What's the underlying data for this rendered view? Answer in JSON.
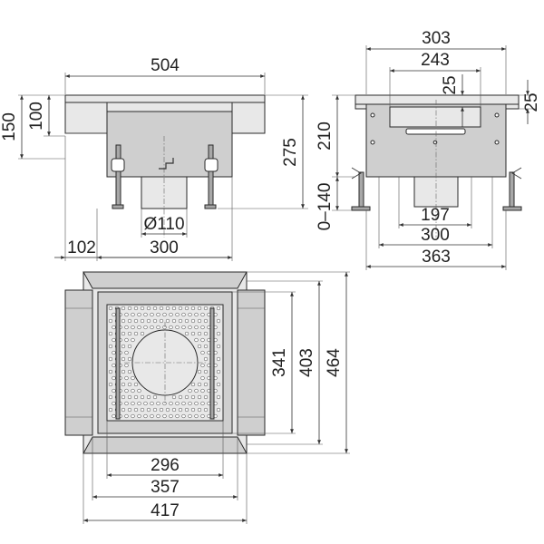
{
  "front_view": {
    "width_504": "504",
    "height_150": "150",
    "height_100": "100",
    "height_275": "275",
    "diameter_110": "Ø110",
    "offset_102": "102",
    "width_300": "300"
  },
  "side_view": {
    "width_303": "303",
    "width_243": "243",
    "height_25_top": "25",
    "height_25_right": "25",
    "height_210": "210",
    "range_0_140": "0–140",
    "width_197": "197",
    "width_300": "300",
    "width_363": "363"
  },
  "plan_view": {
    "height_341": "341",
    "height_403": "403",
    "height_464": "464",
    "width_296": "296",
    "width_357": "357",
    "width_417": "417"
  },
  "colors": {
    "body_fill": "#e8e8e8",
    "mid_fill": "#cfcfcf",
    "dark_fill": "#a8a8a8",
    "line": "#2a2a2a"
  }
}
